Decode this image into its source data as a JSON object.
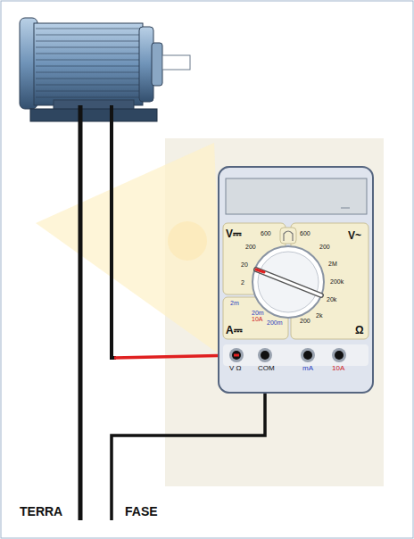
{
  "diagram": {
    "labels": [
      "TERRA",
      "FASE",
      "V⎓",
      "600",
      "200",
      "20",
      "2",
      "2m",
      "20m",
      "10A",
      "200m",
      "A⎓",
      "600",
      "200",
      "V~",
      "2M",
      "200k",
      "20k",
      "2k",
      "200",
      "Ω",
      "V Ω",
      "COM",
      "mA",
      "10A"
    ]
  }
}
